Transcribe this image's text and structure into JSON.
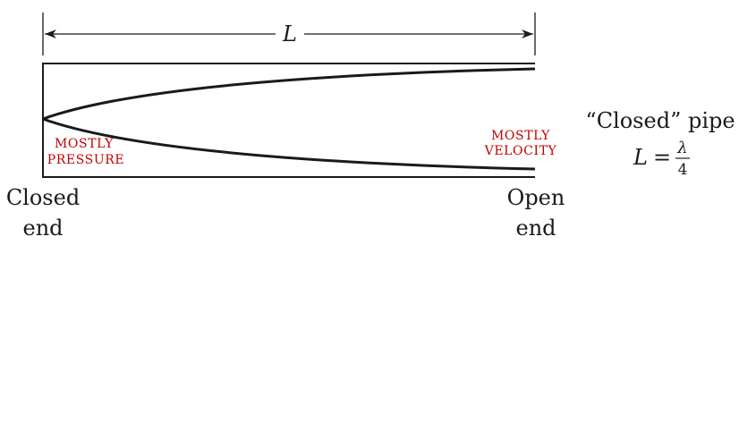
{
  "dimension": {
    "symbol": "L"
  },
  "labels": {
    "closed_end_line1": "Closed",
    "closed_end_line2": "end",
    "open_end_line1": "Open",
    "open_end_line2": "end",
    "left_region_line1": "MOSTLY",
    "left_region_line2": "PRESSURE",
    "right_region_line1": "MOSTLY",
    "right_region_line2": "VELOCITY"
  },
  "caption": {
    "title": "“Closed” pipe",
    "equation_lhs": "L",
    "equals": "=",
    "numerator": "λ",
    "denominator": "4"
  },
  "colors": {
    "ink": "#1a1a1a",
    "accent": "#c00000"
  }
}
